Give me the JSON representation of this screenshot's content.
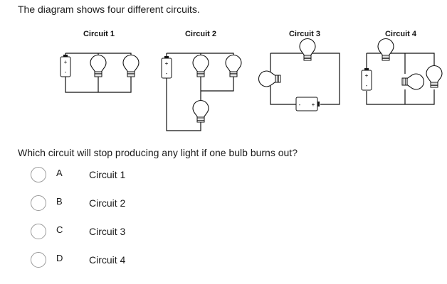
{
  "intro": "The diagram shows four different circuits.",
  "circuits": [
    {
      "title": "Circuit 1"
    },
    {
      "title": "Circuit 2"
    },
    {
      "title": "Circuit 3"
    },
    {
      "title": "Circuit 4"
    }
  ],
  "battery_terminals": {
    "plus": "+",
    "minus": "-"
  },
  "question": "Which circuit will stop producing any light if one bulb burns out?",
  "options": [
    {
      "letter": "A",
      "text": "Circuit 1"
    },
    {
      "letter": "B",
      "text": "Circuit 2"
    },
    {
      "letter": "C",
      "text": "Circuit 3"
    },
    {
      "letter": "D",
      "text": "Circuit 4"
    }
  ]
}
